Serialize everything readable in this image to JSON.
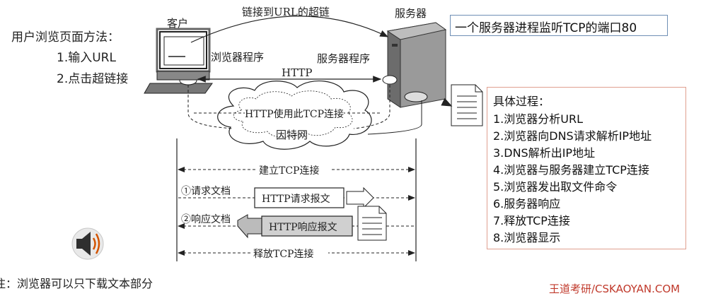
{
  "left_panel": {
    "title": "用户浏览页面方法：",
    "items": [
      "1.输入URL",
      "2.点击超链接"
    ]
  },
  "diagram": {
    "client_label": "客户",
    "server_label": "服务器",
    "hyperlink_label": "链接到URL的超链",
    "browser_program": "浏览器程序",
    "server_program": "服务器程序",
    "http_label": "HTTP",
    "tcp_conn_label": "HTTP使用此TCP连接",
    "internet_label": "因特网",
    "establish_tcp": "建立TCP连接",
    "request_doc": "①请求文档",
    "request_msg": "HTTP请求报文",
    "response_doc": "②响应文档",
    "response_msg": "HTTP响应报文",
    "release_tcp": "释放TCP连接"
  },
  "server_info": "一个服务器进程监听TCP的端口80",
  "process": {
    "title": "具体过程：",
    "steps": [
      "1.浏览器分析URL",
      "2.浏览器向DNS请求解析IP地址",
      "3.DNS解析出IP地址",
      "4.浏览器与服务器建立TCP连接",
      "5.浏览器发出取文件命令",
      "6.服务器响应",
      "7.释放TCP连接",
      "8.浏览器显示"
    ]
  },
  "note": "注：浏览器可以只下载文本部分",
  "watermark": "王道考研/CSKAOYAN.COM",
  "colors": {
    "watermark": "#c0392b",
    "info_border": "#6f8fb5",
    "steps_border": "#e0a090",
    "speaker": "#d35400"
  }
}
